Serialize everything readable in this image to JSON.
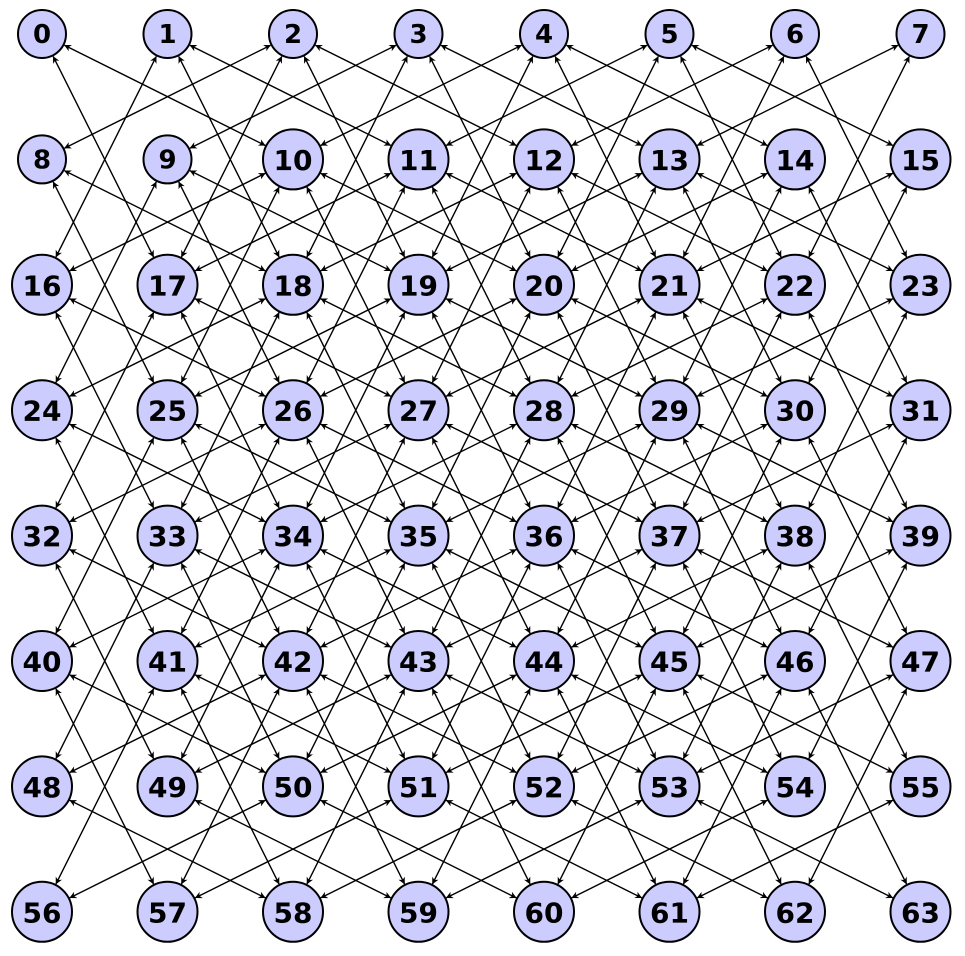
{
  "graph": {
    "node_fill": "#ccccff",
    "node_stroke": "#000000",
    "edge_color": "#000000",
    "arrowheads": "both-ends",
    "nodes": [
      "0",
      "1",
      "2",
      "3",
      "4",
      "5",
      "6",
      "7",
      "8",
      "9",
      "10",
      "11",
      "12",
      "13",
      "14",
      "15",
      "16",
      "17",
      "18",
      "19",
      "20",
      "21",
      "22",
      "23",
      "24",
      "25",
      "26",
      "27",
      "28",
      "29",
      "30",
      "31",
      "32",
      "33",
      "34",
      "35",
      "36",
      "37",
      "38",
      "39",
      "40",
      "41",
      "42",
      "43",
      "44",
      "45",
      "46",
      "47",
      "48",
      "49",
      "50",
      "51",
      "52",
      "53",
      "54",
      "55",
      "56",
      "57",
      "58",
      "59",
      "60",
      "61",
      "62",
      "63"
    ],
    "edges": [
      [
        0,
        10
      ],
      [
        0,
        17
      ],
      [
        1,
        11
      ],
      [
        1,
        18
      ],
      [
        1,
        16
      ],
      [
        2,
        12
      ],
      [
        2,
        19
      ],
      [
        2,
        8
      ],
      [
        2,
        17
      ],
      [
        3,
        13
      ],
      [
        3,
        20
      ],
      [
        3,
        9
      ],
      [
        3,
        18
      ],
      [
        4,
        14
      ],
      [
        4,
        21
      ],
      [
        4,
        10
      ],
      [
        4,
        19
      ],
      [
        5,
        15
      ],
      [
        5,
        22
      ],
      [
        5,
        11
      ],
      [
        5,
        20
      ],
      [
        6,
        23
      ],
      [
        6,
        12
      ],
      [
        6,
        21
      ],
      [
        7,
        13
      ],
      [
        7,
        22
      ],
      [
        8,
        18
      ],
      [
        8,
        25
      ],
      [
        9,
        19
      ],
      [
        9,
        26
      ],
      [
        9,
        24
      ],
      [
        10,
        20
      ],
      [
        10,
        27
      ],
      [
        10,
        16
      ],
      [
        10,
        25
      ],
      [
        11,
        21
      ],
      [
        11,
        28
      ],
      [
        11,
        17
      ],
      [
        11,
        26
      ],
      [
        12,
        22
      ],
      [
        12,
        29
      ],
      [
        12,
        18
      ],
      [
        12,
        27
      ],
      [
        13,
        23
      ],
      [
        13,
        30
      ],
      [
        13,
        19
      ],
      [
        13,
        28
      ],
      [
        14,
        31
      ],
      [
        14,
        20
      ],
      [
        14,
        29
      ],
      [
        15,
        21
      ],
      [
        15,
        30
      ],
      [
        16,
        26
      ],
      [
        16,
        33
      ],
      [
        17,
        27
      ],
      [
        17,
        34
      ],
      [
        17,
        32
      ],
      [
        18,
        28
      ],
      [
        18,
        35
      ],
      [
        18,
        24
      ],
      [
        18,
        33
      ],
      [
        19,
        29
      ],
      [
        19,
        36
      ],
      [
        19,
        25
      ],
      [
        19,
        34
      ],
      [
        20,
        30
      ],
      [
        20,
        37
      ],
      [
        20,
        26
      ],
      [
        20,
        35
      ],
      [
        21,
        31
      ],
      [
        21,
        38
      ],
      [
        21,
        27
      ],
      [
        21,
        36
      ],
      [
        22,
        39
      ],
      [
        22,
        28
      ],
      [
        22,
        37
      ],
      [
        23,
        29
      ],
      [
        23,
        38
      ],
      [
        24,
        34
      ],
      [
        24,
        41
      ],
      [
        25,
        35
      ],
      [
        25,
        42
      ],
      [
        25,
        40
      ],
      [
        26,
        36
      ],
      [
        26,
        43
      ],
      [
        26,
        32
      ],
      [
        26,
        41
      ],
      [
        27,
        37
      ],
      [
        27,
        44
      ],
      [
        27,
        33
      ],
      [
        27,
        42
      ],
      [
        28,
        38
      ],
      [
        28,
        45
      ],
      [
        28,
        34
      ],
      [
        28,
        43
      ],
      [
        29,
        39
      ],
      [
        29,
        46
      ],
      [
        29,
        35
      ],
      [
        29,
        44
      ],
      [
        30,
        47
      ],
      [
        30,
        36
      ],
      [
        30,
        45
      ],
      [
        31,
        37
      ],
      [
        31,
        46
      ],
      [
        32,
        42
      ],
      [
        32,
        49
      ],
      [
        33,
        43
      ],
      [
        33,
        50
      ],
      [
        33,
        48
      ],
      [
        34,
        44
      ],
      [
        34,
        51
      ],
      [
        34,
        40
      ],
      [
        34,
        49
      ],
      [
        35,
        45
      ],
      [
        35,
        52
      ],
      [
        35,
        41
      ],
      [
        35,
        50
      ],
      [
        36,
        46
      ],
      [
        36,
        53
      ],
      [
        36,
        42
      ],
      [
        36,
        51
      ],
      [
        37,
        47
      ],
      [
        37,
        54
      ],
      [
        37,
        43
      ],
      [
        37,
        52
      ],
      [
        38,
        55
      ],
      [
        38,
        44
      ],
      [
        38,
        53
      ],
      [
        39,
        45
      ],
      [
        39,
        54
      ],
      [
        40,
        50
      ],
      [
        40,
        57
      ],
      [
        41,
        51
      ],
      [
        41,
        58
      ],
      [
        41,
        56
      ],
      [
        42,
        52
      ],
      [
        42,
        59
      ],
      [
        42,
        48
      ],
      [
        42,
        57
      ],
      [
        43,
        53
      ],
      [
        43,
        60
      ],
      [
        43,
        49
      ],
      [
        43,
        58
      ],
      [
        44,
        54
      ],
      [
        44,
        61
      ],
      [
        44,
        50
      ],
      [
        44,
        59
      ],
      [
        45,
        55
      ],
      [
        45,
        62
      ],
      [
        45,
        51
      ],
      [
        45,
        60
      ],
      [
        46,
        63
      ],
      [
        46,
        52
      ],
      [
        46,
        61
      ],
      [
        47,
        53
      ],
      [
        47,
        62
      ],
      [
        48,
        58
      ],
      [
        49,
        59
      ],
      [
        50,
        60
      ],
      [
        50,
        56
      ],
      [
        51,
        61
      ],
      [
        51,
        57
      ],
      [
        52,
        62
      ],
      [
        52,
        58
      ],
      [
        53,
        63
      ],
      [
        53,
        59
      ],
      [
        54,
        60
      ],
      [
        55,
        61
      ]
    ]
  }
}
